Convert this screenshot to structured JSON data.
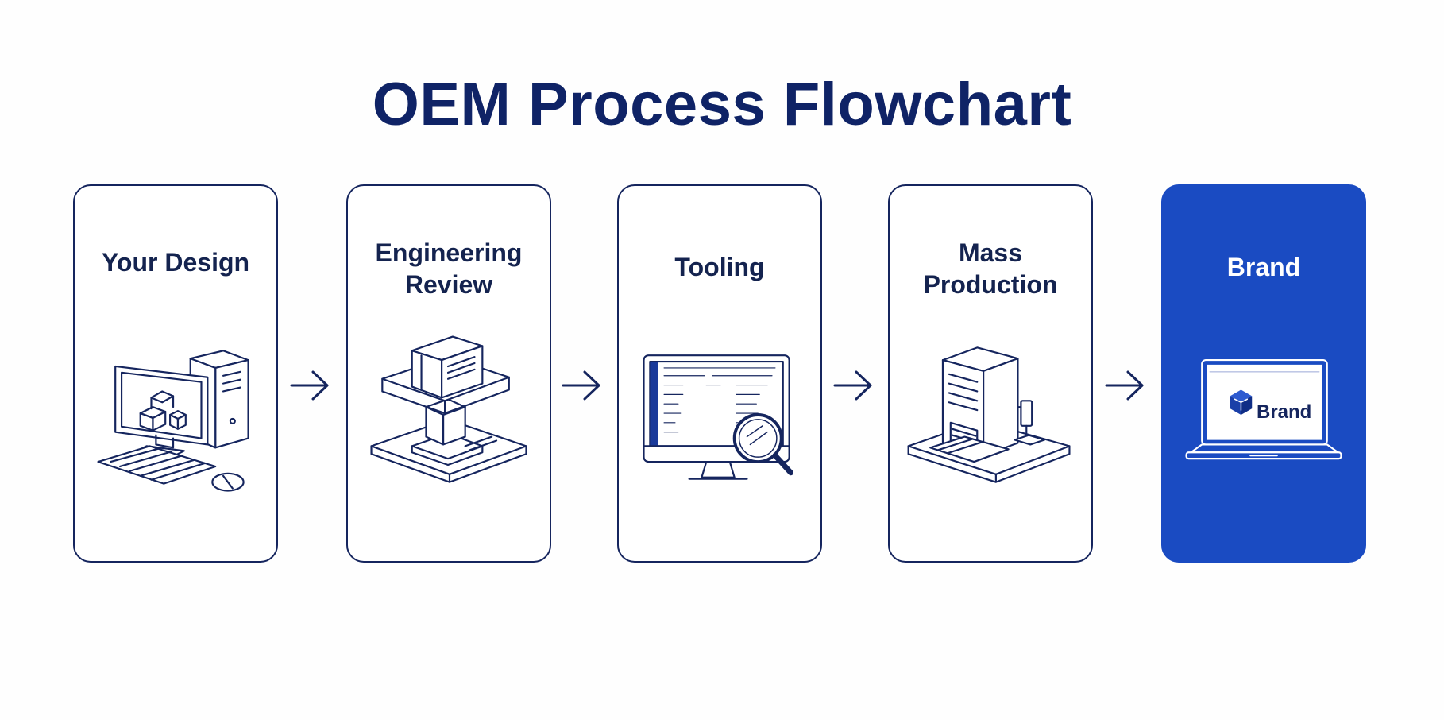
{
  "title": "OEM Process Flowchart",
  "colors": {
    "navy": "#15255e",
    "title": "#0f2366",
    "accent": "#1a4bc2",
    "white": "#ffffff"
  },
  "steps": [
    {
      "label": "Your Design",
      "icon": "desktop-computer-cad-icon"
    },
    {
      "label": "Engineering\nReview",
      "icon": "cnc-inspection-machine-icon"
    },
    {
      "label": "Tooling",
      "icon": "monitor-magnifier-icon"
    },
    {
      "label": "Mass\nProduction",
      "icon": "factory-machine-icon"
    },
    {
      "label": "Brand",
      "icon": "laptop-brand-icon",
      "screen_text": "Brand"
    }
  ]
}
